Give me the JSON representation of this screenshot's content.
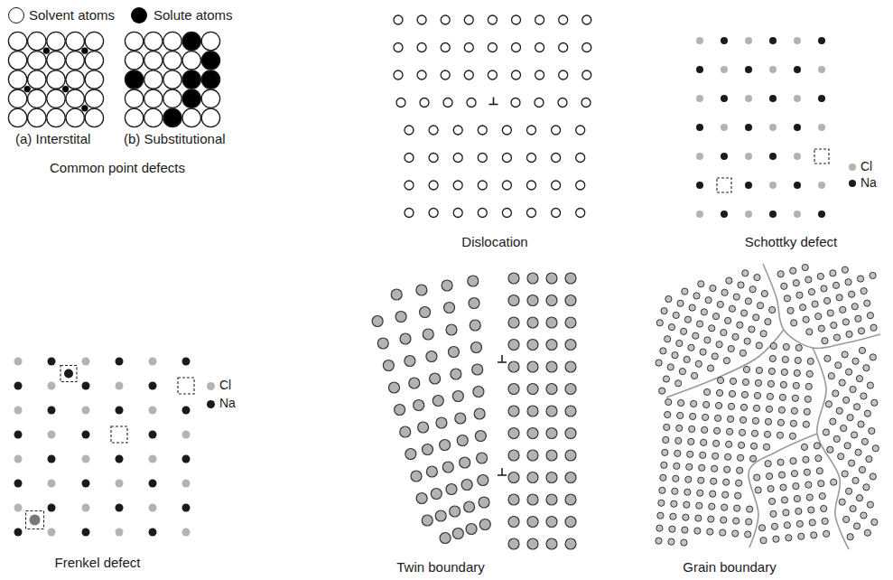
{
  "diagram": {
    "labels": [
      "(a) Interstital",
      "(b) Substitutional",
      "Common point defects",
      "Dislocation",
      "Schottky defect",
      "Frenkel defect",
      "Twin boundary",
      "Grain boundary"
    ],
    "legend": [
      {
        "text": "Solvent atoms"
      },
      {
        "text": "Solute atoms",
        "color": "#000000"
      },
      {
        "text": "Cl",
        "color": "#b3b3b3"
      },
      {
        "text": "Na",
        "color": "#1a1a1a"
      },
      {
        "text": "Cl",
        "color": "#b3b3b3"
      },
      {
        "text": "Na",
        "color": "#1a1a1a"
      }
    ]
  }
}
